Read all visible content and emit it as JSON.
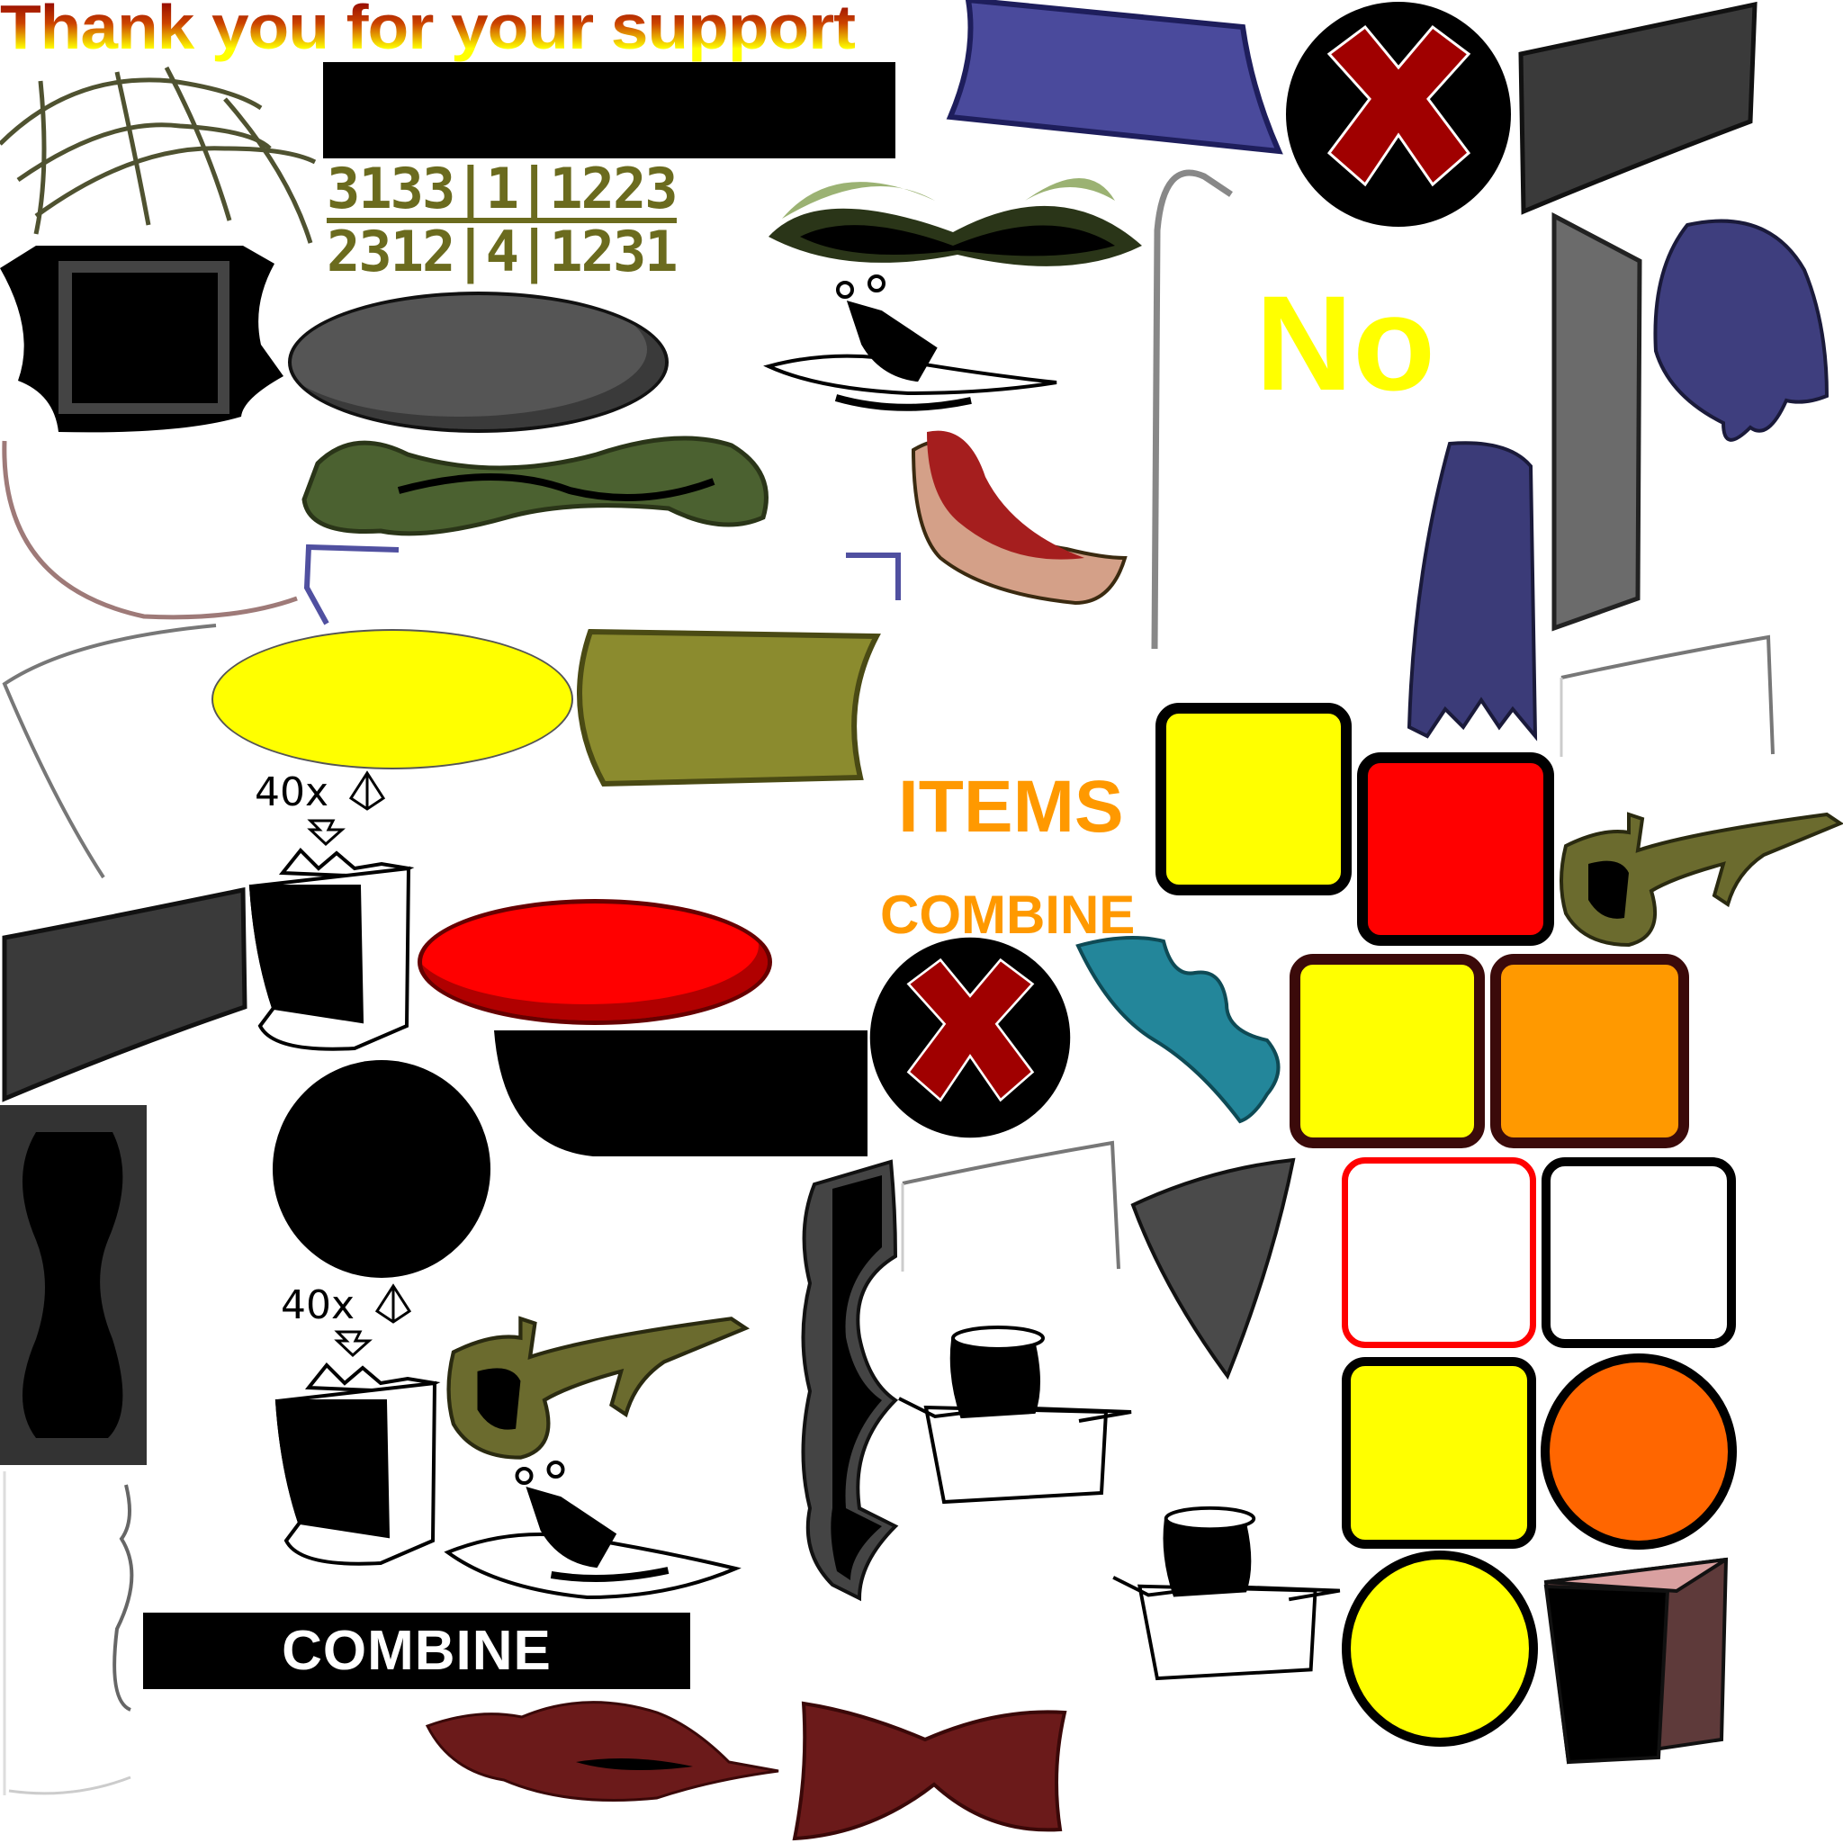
{
  "sheet": {
    "title_text": "Thank you for your support",
    "number_grid": {
      "top_row": "3133|1|1223",
      "bottom_row": "2312|4|1231"
    },
    "no_label": "No",
    "items_label": "ITEMS",
    "combine_label_orange": "COMBINE",
    "combine_bar_label": "COMBINE",
    "recipe_1": "40x",
    "recipe_2": "40x"
  },
  "colors": {
    "yellow": "#ffff00",
    "red": "#ff0000",
    "orange": "#ff9900",
    "orange_circle": "#ff6600",
    "olive": "#8b8b2e",
    "teal": "#23869a",
    "navy": "#3d3d7a",
    "dark_red": "#6b1a1a"
  }
}
